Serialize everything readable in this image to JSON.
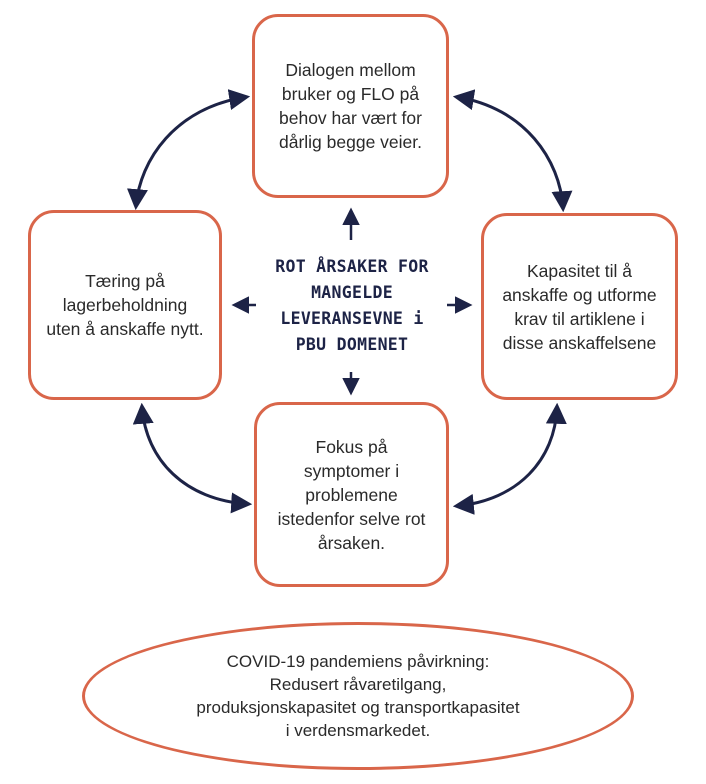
{
  "center": {
    "lines": [
      "ROT ÅRSAKER FOR",
      "MANGELDE",
      "LEVERANSEVNE i",
      "PBU DOMENET"
    ]
  },
  "boxes": {
    "top": {
      "lines": [
        "Dialogen mellom",
        "bruker og FLO på",
        "behov har vært for",
        "dårlig begge veier."
      ]
    },
    "left": {
      "lines": [
        "Tæring på",
        "lagerbeholdning",
        "uten å anskaffe nytt."
      ]
    },
    "right": {
      "lines": [
        "Kapasitet til å",
        "anskaffe og utforme",
        "krav til artiklene i",
        "disse anskaffelsene"
      ]
    },
    "bottom": {
      "lines": [
        "Fokus på",
        "symptomer i",
        "problemene",
        "istedenfor selve rot",
        "årsaken."
      ]
    }
  },
  "ellipse": {
    "lines": [
      "COVID-19 pandemiens påvirkning:",
      "Redusert råvaretilgang,",
      "produksjonskapasitet og transportkapasitet",
      "i verdensmarkedet."
    ]
  },
  "colors": {
    "box_border": "#d9664a",
    "arrow": "#1d2346",
    "center_text": "#1d2346"
  }
}
